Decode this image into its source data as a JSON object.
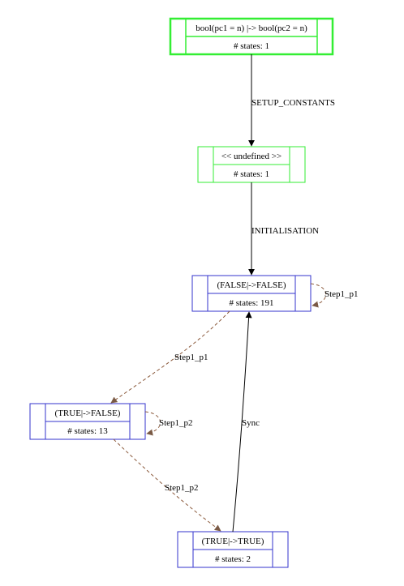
{
  "colors": {
    "node_green": "#33ee33",
    "node_blue": "#3333cc",
    "edge_solid": "#000000",
    "edge_dashed": "#8b5a3c",
    "arrowhead_dashed": "#7a5a45"
  },
  "nodes": {
    "n1": {
      "label": "bool(pc1 = n) |-> bool(pc2 = n)",
      "states": "# states: 1"
    },
    "n2": {
      "label": "<< undefined >>",
      "states": "# states: 1"
    },
    "n3": {
      "label": "(FALSE|->FALSE)",
      "states": "# states: 191"
    },
    "n4": {
      "label": "(TRUE|->FALSE)",
      "states": "# states: 13"
    },
    "n5": {
      "label": "(TRUE|->TRUE)",
      "states": "# states: 2"
    }
  },
  "edges": {
    "e1": {
      "label": "SETUP_CONSTANTS"
    },
    "e2": {
      "label": "INITIALISATION"
    },
    "e3": {
      "label": "Step1_p1"
    },
    "e4": {
      "label": "Step1_p1"
    },
    "e5": {
      "label": "Step1_p2"
    },
    "e6": {
      "label": "Step1_p2"
    },
    "e7": {
      "label": "Sync"
    }
  }
}
